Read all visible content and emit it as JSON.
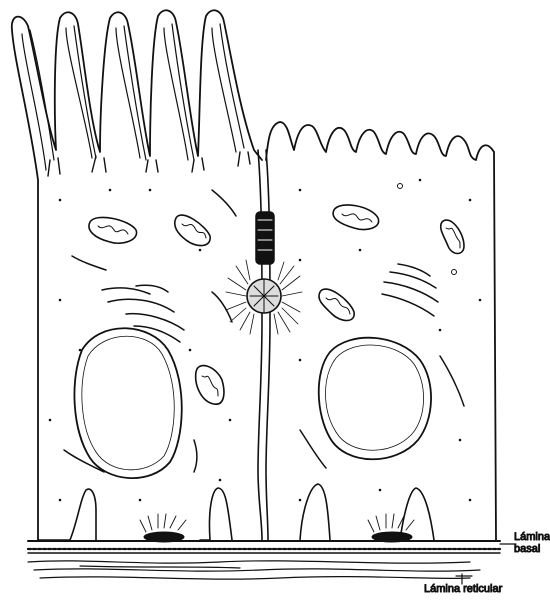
{
  "labels": {
    "basal_line1": "Lámina",
    "basal_line2": "basal",
    "reticular": "Lámina reticular"
  }
}
